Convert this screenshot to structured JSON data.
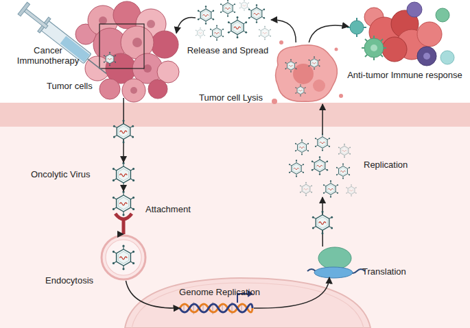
{
  "diagram": {
    "nodes": [
      {
        "text": [
          "Cancer Immunotherapy",
          "Tumor cells"
        ]
      },
      {
        "text": [
          "Release and Spread"
        ]
      },
      {
        "text": [
          "Anti-tumor Immune response"
        ]
      },
      {
        "text": [
          "Tumor cell Lysis"
        ]
      },
      {
        "text": [
          "Oncolytic Virus"
        ]
      },
      {
        "text": [
          "Attachment"
        ]
      },
      {
        "text": [
          "Endocytosis"
        ]
      },
      {
        "text": [
          "Genome Replication"
        ]
      },
      {
        "text": [
          "Translation"
        ]
      },
      {
        "text": [
          "Replication"
        ]
      }
    ],
    "edges": [
      {
        "from": 0,
        "to": 4,
        "arrow": "to"
      },
      {
        "from": 4,
        "to": 5,
        "arrow": "to"
      },
      {
        "from": 5,
        "to": 6,
        "arrow": "to"
      },
      {
        "from": 6,
        "to": 7,
        "arrow": "to"
      },
      {
        "from": 7,
        "to": 8,
        "arrow": "to"
      },
      {
        "from": 8,
        "to": 9,
        "arrow": "to"
      },
      {
        "from": 9,
        "to": 3,
        "arrow": "to"
      },
      {
        "from": 3,
        "to": 1,
        "arrow": "to"
      },
      {
        "from": 3,
        "to": 2,
        "arrow": "to"
      },
      {
        "from": 1,
        "to": 0,
        "arrow": "to"
      }
    ]
  }
}
